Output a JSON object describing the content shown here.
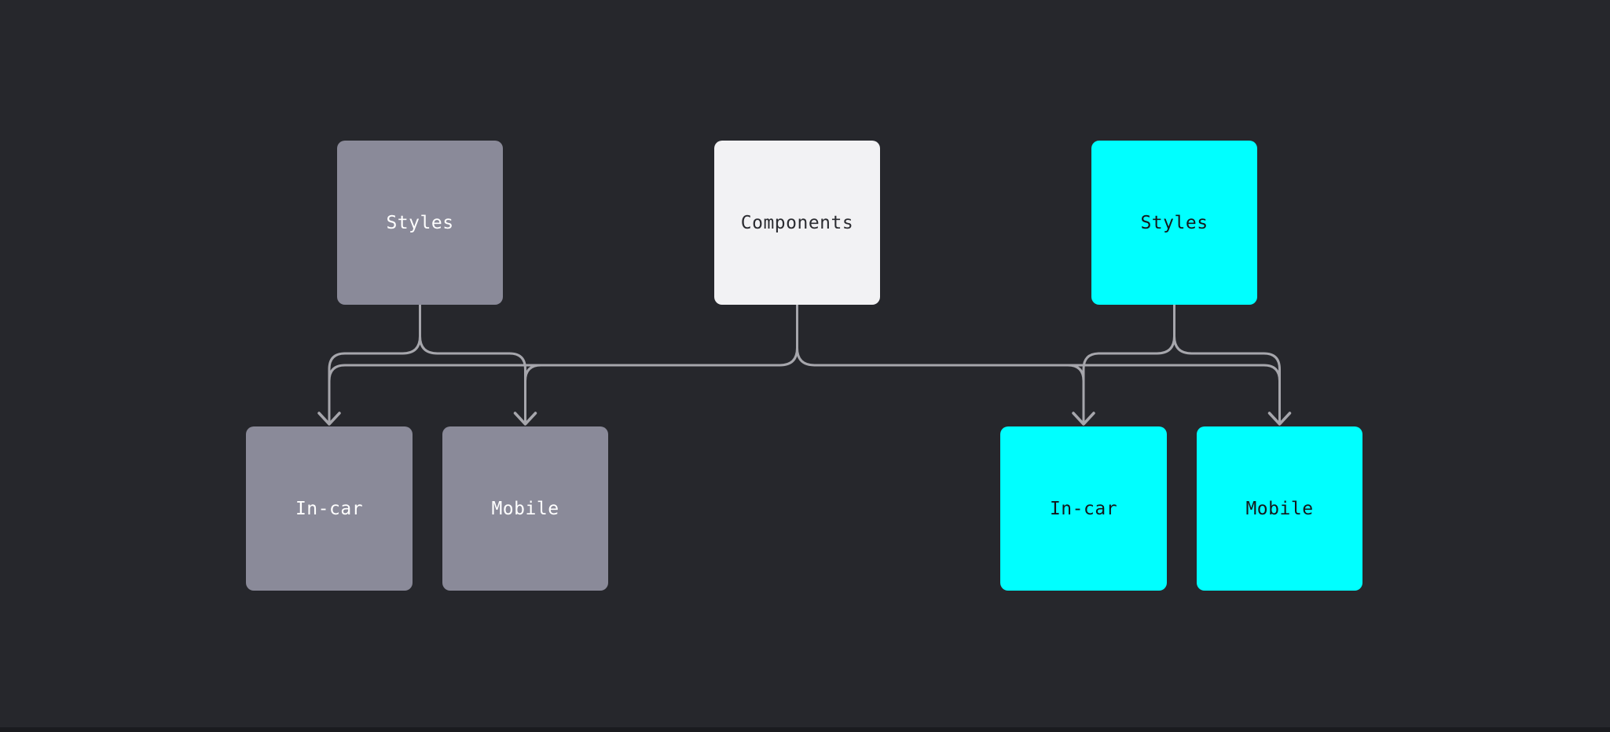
{
  "diagram": {
    "nodes": {
      "styles_left": {
        "label": "Styles",
        "variant": "gray"
      },
      "components": {
        "label": "Components",
        "variant": "light"
      },
      "styles_right": {
        "label": "Styles",
        "variant": "cyan"
      },
      "incar_left": {
        "label": "In-car",
        "variant": "gray"
      },
      "mobile_left": {
        "label": "Mobile",
        "variant": "gray"
      },
      "incar_right": {
        "label": "In-car",
        "variant": "cyan"
      },
      "mobile_right": {
        "label": "Mobile",
        "variant": "cyan"
      }
    },
    "edges": [
      {
        "from": "styles_left",
        "to": "incar_left"
      },
      {
        "from": "styles_left",
        "to": "mobile_left"
      },
      {
        "from": "components",
        "to": "incar_left"
      },
      {
        "from": "components",
        "to": "mobile_left"
      },
      {
        "from": "components",
        "to": "incar_right"
      },
      {
        "from": "components",
        "to": "mobile_right"
      },
      {
        "from": "styles_right",
        "to": "incar_right"
      },
      {
        "from": "styles_right",
        "to": "mobile_right"
      }
    ],
    "colors": {
      "background": "#26272C",
      "node_gray": "#8A8A99",
      "node_light": "#F2F2F4",
      "node_cyan": "#00FFFF",
      "connector": "#A6A6AC",
      "text_on_gray": "#FFFFFF",
      "text_on_light": "#2B2C31",
      "text_on_cyan": "#15171B"
    }
  }
}
